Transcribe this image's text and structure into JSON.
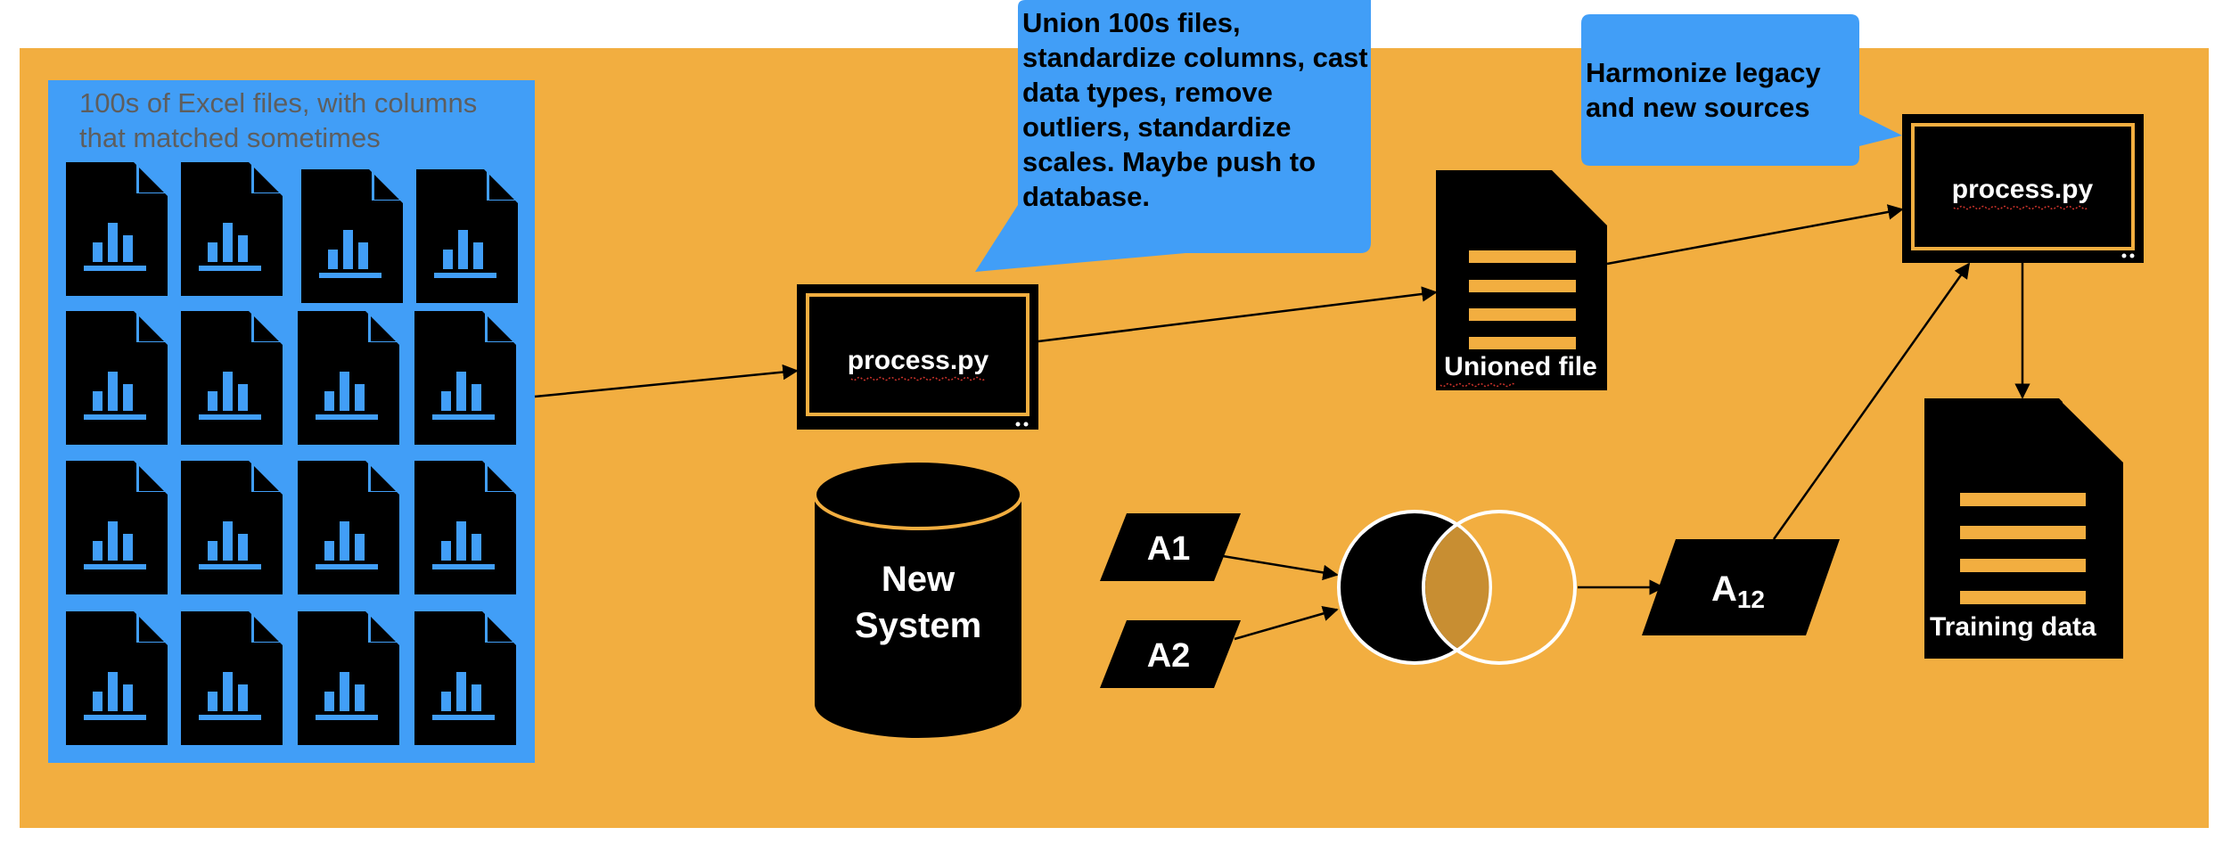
{
  "colors": {
    "background": "#F2AE40",
    "panel_blue": "#419EF7",
    "shape_black": "#000000",
    "accent_orange": "#F2AE40",
    "text_white": "#FFFFFF",
    "caption_gray": "#5E5E5E"
  },
  "excel_group": {
    "caption_line1": "100s of Excel files, with columns",
    "caption_line2": "that matched sometimes",
    "icon": "bar-chart-icon"
  },
  "callout_left": {
    "lines": [
      "Union 100s files,",
      "standardize columns, cast",
      "data types, remove",
      "outliers, standardize",
      "scales. Maybe push to",
      "database."
    ]
  },
  "callout_right": {
    "lines": [
      "Harmonize legacy",
      "and new sources"
    ]
  },
  "process_1": {
    "label": "process.py"
  },
  "process_2": {
    "label": "process.py"
  },
  "unioned_file": {
    "label": "Unioned file"
  },
  "training_data": {
    "label": "Training data"
  },
  "database": {
    "line1": "New",
    "line2": "System"
  },
  "a1": {
    "label": "A1"
  },
  "a2": {
    "label": "A2"
  },
  "a12": {
    "label": "A",
    "subscript": "12"
  }
}
